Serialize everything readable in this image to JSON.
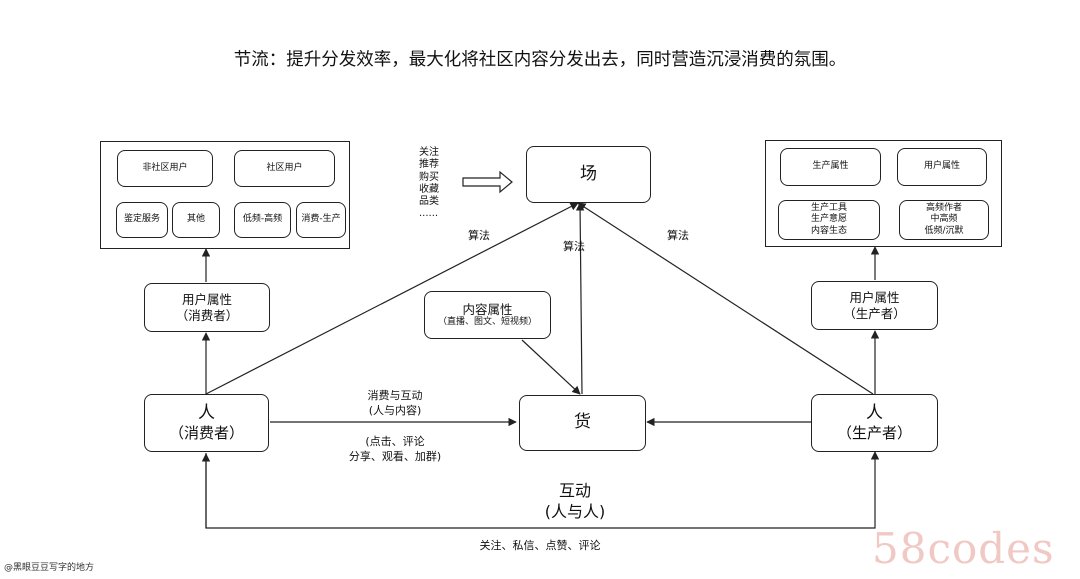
{
  "title": "节流：提升分发效率，最大化将社区内容分发出去，同时营造沉浸消费的氛围。",
  "nodes": {
    "chang": "场",
    "huo": "货",
    "consumer": {
      "line1": "人",
      "line2": "（消费者）"
    },
    "producer": {
      "line1": "人",
      "line2": "（生产者）"
    },
    "consumer_attr": {
      "line1": "用户属性",
      "line2": "（消费者）"
    },
    "producer_attr": {
      "line1": "用户属性",
      "line2": "（生产者）"
    },
    "content_attr": {
      "line1": "内容属性",
      "line2": "（直播、图文、短视频）"
    }
  },
  "left_panel": {
    "non_community": "非社区用户",
    "community": "社区用户",
    "appraisal": "鉴定服务",
    "other": "其他",
    "low_high": "低频-高频",
    "consume_produce": "消费-生产"
  },
  "right_panel": {
    "production_attr": "生产属性",
    "user_attr": "用户属性",
    "production_details": [
      "生产工具",
      "生产意愿",
      "内容生态"
    ],
    "user_details": [
      "高频作者",
      "中高频",
      "低频/沉默"
    ]
  },
  "strategies": [
    "关注",
    "推荐",
    "购买",
    "收藏",
    "品类",
    "......"
  ],
  "edge_labels": {
    "algo_left": "算法",
    "algo_mid": "算法",
    "algo_right": "算法",
    "consume_interact": "消费与互动",
    "consume_interact_sub": "(人与内容)",
    "actions_line1": "(点击、评论",
    "actions_line2": "分享、观看、加群)",
    "interact": "互动",
    "interact_sub": "(人与人)",
    "social_actions": "关注、私信、点赞、评论"
  },
  "watermark": "58codes",
  "credit": "@黑眼豆豆写字的地方"
}
